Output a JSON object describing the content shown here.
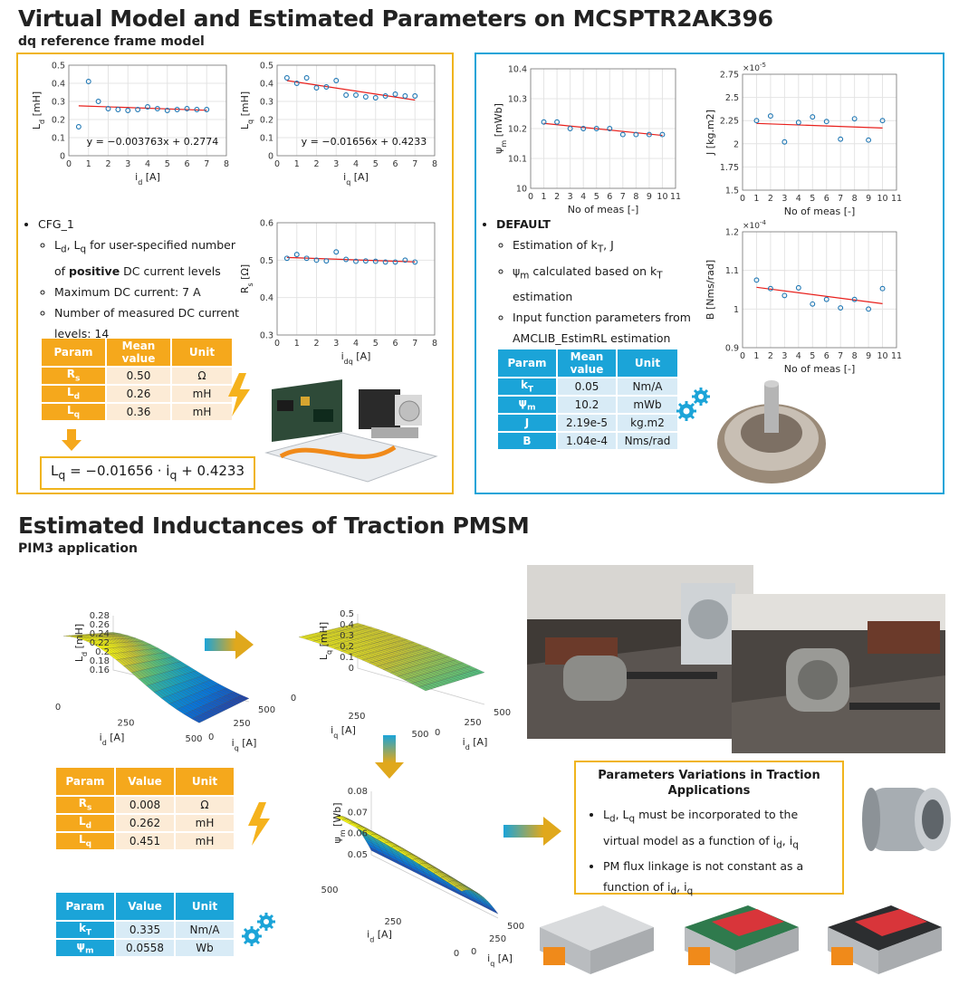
{
  "section1": {
    "title": "Virtual Model and Estimated Parameters on MCSPTR2AK396",
    "subtitle": "dq reference frame model"
  },
  "section2": {
    "title": "Estimated Inductances of Traction PMSM",
    "subtitle": "PIM3 application"
  },
  "left_panel": {
    "cfg_label": "CFG_1",
    "bullets": [
      "Ld, Lq for user-specified number of positive DC current levels",
      "Maximum DC current: 7 A",
      "Number of measured DC current levels: 14"
    ],
    "bullet1_parts": {
      "a": "L",
      "a_sub": "d",
      "b": ", L",
      "b_sub": "q",
      "c": " for user-specified number of ",
      "bold": "positive",
      "d": " DC current levels"
    },
    "table": {
      "headers": [
        "Param",
        "Mean value",
        "Unit"
      ],
      "rows": [
        {
          "k": "R",
          "k_sub": "s",
          "v": "0.50",
          "u": "Ω"
        },
        {
          "k": "L",
          "k_sub": "d",
          "v": "0.26",
          "u": "mH"
        },
        {
          "k": "L",
          "k_sub": "q",
          "v": "0.36",
          "u": "mH"
        }
      ]
    },
    "formula": {
      "lhs": "L",
      "lhs_sub": "q",
      "rhs1": " = −0.01656 · i",
      "rhs_sub": "q",
      "rhs2": " + 0.4233"
    }
  },
  "right_panel": {
    "default_label": "DEFAULT",
    "bullets": [
      "Estimation of kT, J",
      "ψm calculated based on kT estimation",
      "Input function parameters from AMCLIB_EstimRL estimation"
    ],
    "table": {
      "headers": [
        "Param",
        "Mean value",
        "Unit"
      ],
      "rows": [
        {
          "k": "k",
          "k_sub": "T",
          "v": "0.05",
          "u": "Nm/A"
        },
        {
          "k": "ψ",
          "k_sub": "m",
          "v": "10.2",
          "u": "mWb"
        },
        {
          "k": "J",
          "k_sub": "",
          "v": "2.19e-5",
          "u": "kg.m2"
        },
        {
          "k": "B",
          "k_sub": "",
          "v": "1.04e-4",
          "u": "Nms/rad"
        }
      ]
    }
  },
  "bottom": {
    "table1": {
      "headers": [
        "Param",
        "Value",
        "Unit"
      ],
      "rows": [
        {
          "k": "R",
          "k_sub": "s",
          "v": "0.008",
          "u": "Ω"
        },
        {
          "k": "L",
          "k_sub": "d",
          "v": "0.262",
          "u": "mH"
        },
        {
          "k": "L",
          "k_sub": "q",
          "v": "0.451",
          "u": "mH"
        }
      ]
    },
    "table2": {
      "headers": [
        "Param",
        "Value",
        "Unit"
      ],
      "rows": [
        {
          "k": "k",
          "k_sub": "T",
          "v": "0.335",
          "u": "Nm/A"
        },
        {
          "k": "ψ",
          "k_sub": "m",
          "v": "0.0558",
          "u": "Wb"
        }
      ]
    },
    "note": {
      "title": "Parameters Variations in Traction Applications",
      "bullets": [
        "Ld, Lq must be incorporated to the virtual model as a function of id, iq",
        "PM flux linkage is not constant as a function of id, iq"
      ]
    }
  },
  "colors": {
    "orange": "#f5a81c",
    "blue": "#1ba4d8",
    "red_fit": "#e8201c",
    "marker": "#1f77b4"
  },
  "chart_data": [
    {
      "type": "scatter",
      "ylabel": "Ld [mH]",
      "xlabel": "id [A]",
      "xlim": [
        0,
        8
      ],
      "ylim": [
        0,
        0.5
      ],
      "xticks": [
        "0",
        "1",
        "2",
        "3",
        "4",
        "5",
        "6",
        "7",
        "8"
      ],
      "yticks": [
        "0",
        "0.1",
        "0.2",
        "0.3",
        "0.4",
        "0.5"
      ],
      "x": [
        0.5,
        1,
        1.5,
        2,
        2.5,
        3,
        3.5,
        4,
        4.5,
        5,
        5.5,
        6,
        6.5,
        7
      ],
      "y": [
        0.16,
        0.41,
        0.3,
        0.26,
        0.255,
        0.25,
        0.255,
        0.27,
        0.26,
        0.25,
        0.255,
        0.26,
        0.255,
        0.255
      ],
      "fit": {
        "slope": -0.003763,
        "intercept": 0.2774,
        "label": "y = −0.003763x + 0.2774"
      },
      "grid": true
    },
    {
      "type": "scatter",
      "ylabel": "Lq [mH]",
      "xlabel": "iq [A]",
      "xlim": [
        0,
        8
      ],
      "ylim": [
        0,
        0.5
      ],
      "xticks": [
        "0",
        "1",
        "2",
        "3",
        "4",
        "5",
        "6",
        "7",
        "8"
      ],
      "yticks": [
        "0",
        "0.1",
        "0.2",
        "0.3",
        "0.4",
        "0.5"
      ],
      "x": [
        0.5,
        1,
        1.5,
        2,
        2.5,
        3,
        3.5,
        4,
        4.5,
        5,
        5.5,
        6,
        6.5,
        7
      ],
      "y": [
        0.43,
        0.4,
        0.43,
        0.375,
        0.38,
        0.415,
        0.335,
        0.335,
        0.325,
        0.32,
        0.33,
        0.34,
        0.33,
        0.33
      ],
      "fit": {
        "slope": -0.01656,
        "intercept": 0.4233,
        "label": "y = −0.01656x + 0.4233"
      },
      "grid": true
    },
    {
      "type": "scatter",
      "ylabel": "Rs [Ω]",
      "xlabel": "idq [A]",
      "xlim": [
        0,
        8
      ],
      "ylim": [
        0.3,
        0.6
      ],
      "xticks": [
        "0",
        "1",
        "2",
        "3",
        "4",
        "5",
        "6",
        "7",
        "8"
      ],
      "yticks": [
        "0.3",
        "0.4",
        "0.5",
        "0.6"
      ],
      "x": [
        0.5,
        1,
        1.5,
        2,
        2.5,
        3,
        3.5,
        4,
        4.5,
        5,
        5.5,
        6,
        6.5,
        7
      ],
      "y": [
        0.505,
        0.515,
        0.505,
        0.5,
        0.498,
        0.522,
        0.502,
        0.497,
        0.498,
        0.497,
        0.495,
        0.495,
        0.5,
        0.495
      ],
      "fit": {
        "slope": -0.0018,
        "intercept": 0.508,
        "label": ""
      },
      "grid": true
    },
    {
      "type": "scatter",
      "ylabel": "ψm [mWb]",
      "xlabel": "No of meas [-]",
      "xlim": [
        0,
        11
      ],
      "ylim": [
        10,
        10.4
      ],
      "xticks": [
        "0",
        "1",
        "2",
        "3",
        "4",
        "5",
        "6",
        "7",
        "8",
        "9",
        "10",
        "11"
      ],
      "yticks": [
        "10",
        "10.1",
        "10.2",
        "10.3",
        "10.4"
      ],
      "x": [
        1,
        2,
        3,
        4,
        5,
        6,
        7,
        8,
        9,
        10
      ],
      "y": [
        10.222,
        10.222,
        10.2,
        10.2,
        10.2,
        10.2,
        10.18,
        10.18,
        10.18,
        10.18
      ],
      "fit": {
        "slope": -0.0045,
        "intercept": 10.222,
        "label": ""
      },
      "grid": true
    },
    {
      "type": "scatter",
      "ylabel": "J [kg.m2]",
      "xlabel": "No of meas [-]",
      "exponent": "×10^-5",
      "xlim": [
        0,
        11
      ],
      "ylim": [
        1.5,
        2.75
      ],
      "xticks": [
        "0",
        "1",
        "2",
        "3",
        "4",
        "5",
        "6",
        "7",
        "8",
        "9",
        "10",
        "11"
      ],
      "yticks": [
        "1.5",
        "1.75",
        "2",
        "2.25",
        "2.5",
        "2.75"
      ],
      "x": [
        1,
        2,
        3,
        4,
        5,
        6,
        7,
        8,
        9,
        10
      ],
      "y": [
        2.25,
        2.3,
        2.02,
        2.23,
        2.29,
        2.24,
        2.05,
        2.27,
        2.04,
        2.25
      ],
      "fit": {
        "slope": -0.0055,
        "intercept": 2.225,
        "label": ""
      },
      "grid": true
    },
    {
      "type": "scatter",
      "ylabel": "B [Nms/rad]",
      "xlabel": "No of meas [-]",
      "exponent": "×10^-4",
      "xlim": [
        0,
        11
      ],
      "ylim": [
        0.9,
        1.2
      ],
      "xticks": [
        "0",
        "1",
        "2",
        "3",
        "4",
        "5",
        "6",
        "7",
        "8",
        "9",
        "10",
        "11"
      ],
      "yticks": [
        "0.9",
        "1",
        "1.1",
        "1.2"
      ],
      "x": [
        1,
        2,
        3,
        4,
        5,
        6,
        7,
        8,
        9,
        10
      ],
      "y": [
        1.075,
        1.053,
        1.035,
        1.055,
        1.013,
        1.025,
        1.003,
        1.025,
        1.0,
        1.053
      ],
      "fit": {
        "slope": -0.0047,
        "intercept": 1.061,
        "label": ""
      },
      "grid": true
    },
    {
      "type": "surface",
      "zlabel": "Ld [mH]",
      "xlabel": "id [A]",
      "ylabel": "iq [A]",
      "zticks": [
        "0.16",
        "0.18",
        "0.2",
        "0.22",
        "0.24",
        "0.26",
        "0.28"
      ],
      "xticks": [
        "0",
        "250",
        "500"
      ],
      "yticks": [
        "0",
        "250",
        "500"
      ],
      "zlim": [
        0.16,
        0.28
      ]
    },
    {
      "type": "surface",
      "zlabel": "Lq [mH]",
      "xlabel": "iq [A]",
      "ylabel": "id [A]",
      "zticks": [
        "0",
        "0.1",
        "0.2",
        "0.3",
        "0.4",
        "0.5"
      ],
      "xticks": [
        "0",
        "250",
        "500"
      ],
      "yticks": [
        "0",
        "250",
        "500"
      ],
      "zlim": [
        0,
        0.5
      ]
    },
    {
      "type": "surface",
      "zlabel": "ψm [Wb]",
      "xlabel": "id [A]",
      "ylabel": "iq [A]",
      "zticks": [
        "0.05",
        "0.06",
        "0.07",
        "0.08"
      ],
      "xticks": [
        "500",
        "250",
        "0"
      ],
      "yticks": [
        "0",
        "250",
        "500"
      ],
      "zlim": [
        0.05,
        0.08
      ]
    }
  ]
}
